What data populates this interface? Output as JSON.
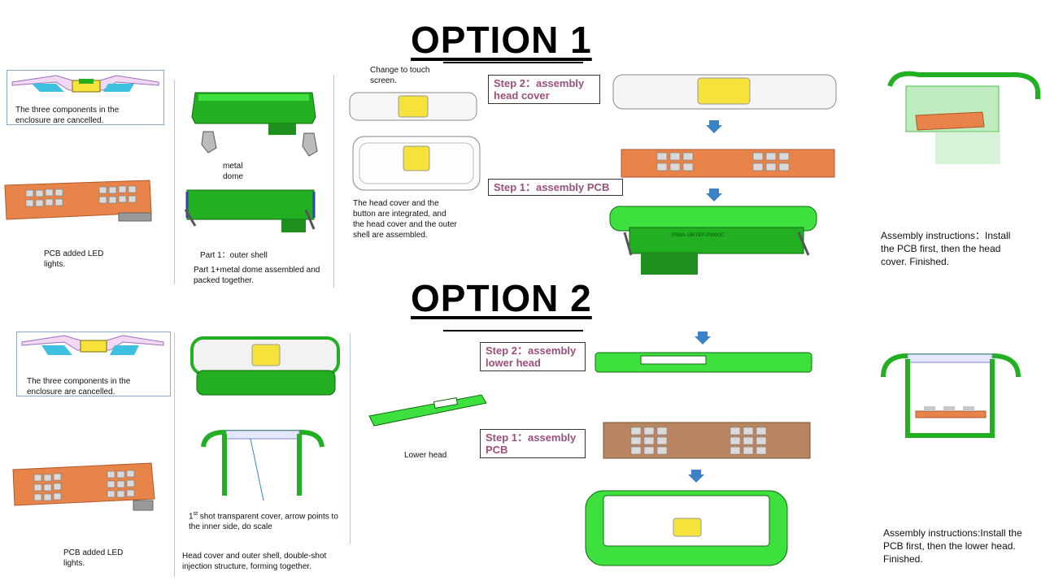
{
  "titles": {
    "option1": "OPTION 1",
    "option2": "OPTION 2"
  },
  "option1": {
    "enclosure_caption": "The three components in the enclosure are cancelled.",
    "pcb_caption": "PCB added LED lights.",
    "metal_dome_label": "metal dome",
    "part1_label": "Part 1：outer shell",
    "part1_note": "Part 1+metal dome assembled and packed together.",
    "touch_label": "Change to touch screen.",
    "integration_note": "The head cover and the button are integrated, and the head cover and the outer shell are assembled.",
    "step2": "Step 2：assembly head cover",
    "step1": "Step 1：assembly PCB",
    "instructions": "Assembly instructions：Install the PCB first, then the head cover. Finished.",
    "shell_marking": "PSNA-15K7KP-P3000C"
  },
  "option2": {
    "enclosure_caption": "The three components in the enclosure are cancelled.",
    "pcb_caption": "PCB added LED lights.",
    "cover_note_sup": "st",
    "cover_note_pre": "1",
    "cover_note": " shot transparent cover, arrow points to the inner side, do scale",
    "doubleshot_note": "Head cover and outer shell, double-shot injection structure, forming together.",
    "lower_head_label": "Lower head",
    "step2": "Step 2：assembly lower head",
    "step1": "Step 1：assembly PCB",
    "instructions": "Assembly instructions:Install the PCB first, then the lower head. Finished."
  },
  "colors": {
    "shell_green": "#22b022",
    "light_green": "#3ee03e",
    "pcb_orange": "#e8844a",
    "pcb_brown": "#b88560",
    "led_grey": "#d9d9d9",
    "yellow": "#f5e33c",
    "step_text": "#9b4f7a",
    "arrow_blue": "#3b82c8",
    "divider": "#b9c6d6"
  }
}
